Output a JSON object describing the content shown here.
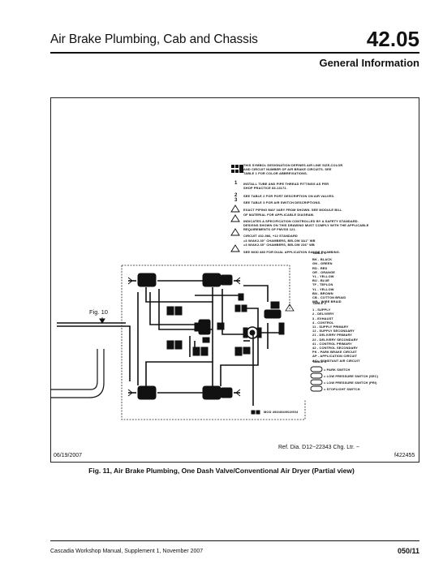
{
  "header": {
    "title": "Air Brake Plumbing, Cab and Chassis",
    "section_number": "42.05",
    "subtitle": "General Information"
  },
  "figure": {
    "date": "06/19/2007",
    "reference": "Ref. Dia. D12−22343 Chg. Ltr. −",
    "figure_id": "f422455",
    "callout": "Fig. 10",
    "caption": "Fig. 11, Air Brake Plumbing, One Dash Valve/Conventional Air Dryer (Partial view)",
    "legend_notes": [
      "THIS SYMBOL DESIGNATION DEFINES AIR LINE SIZE,COLOR",
      "AND CIRCUIT NUMBER OF AIR BRAKE CIRCUITS. SEE",
      "TABLE 1 FOR COLOR ABBREVIATIONS.",
      "INSTALL TUBE AND PIPE THREAD FITTINGS AS PER",
      "SHOP PRACTICE 83-13171.",
      "SEE TABLE 2 FOR PORT DESCRIPTION ON AIR VALVES.",
      "SEE TABLE 3 FOR AIR SWITCH DESCRIPTIONS.",
      "EXACT PIPING MAY VARY FROM SHOWN. SEE MODULE BILL",
      "OF MATERIAL FOR APPLICABLE DIAGRAM.",
      "INDICATES A SPECIFICATION CONTROLLED BY A SAFETY STANDARD.",
      "DESIGNS SHOWN ON THIS DRAWING MUST COMPLY WITH THE APPLICABLE",
      "REQUIREMENTS OF FMVSS 121.",
      "CIRCUIT 432-986, +12 STANDARD",
      "=3 W/AK2.30\" CHAMBERS, BELOW 3A1\" WB",
      "=3 W/AK2.35\" CHAMBERS, BELOW 236\" WB",
      "SEE MOD 880 FOR DUAL APPLICATION GAUGE PLUMBING."
    ],
    "table1_title": "TABLE 1",
    "table1": [
      "BK - BLACK",
      "GN - GREEN",
      "RD - RED",
      "OR - ORANGE",
      "YL - YELLOW",
      "BU - BLUE",
      "TF - TEFLON",
      "YL - YELLOW",
      "BN - BROWN",
      "CB - COTTON BRAID",
      "WB - WIRE BRAID"
    ],
    "table2_title": "TABLE 2",
    "table2": [
      "1 - SUPPLY",
      "2 - DELIVERY",
      "3 - EXHAUST",
      "4 - CONTROL",
      "11 - SUPPLY PRIMARY",
      "12 - SUPPLY SECONDARY",
      "21 - DELIVERY PRIMARY",
      "22 - DELIVERY SECONDARY",
      "41 - CONTROL PRIMARY",
      "42 - CONTROL SECONDARY",
      "PK - PARK BRAKE CIRCUIT",
      "AP - APPLICATION CIRCUIT",
      "AC - CONSTANT AIR CIRCUIT"
    ],
    "table3_title": "TABLE 3",
    "table3": [
      "= PARK SWITCH",
      "= LOW PRESSURE SWITCH (SEC)",
      "= LOW PRESSURE SWITCH (PRI)",
      "= STOPLIGHT SWITCH"
    ],
    "mod_label": "MOD 493/494/902/904"
  },
  "footer": {
    "manual": "Cascadia Workshop Manual, Supplement 1, November 2007",
    "page": "050/11"
  }
}
